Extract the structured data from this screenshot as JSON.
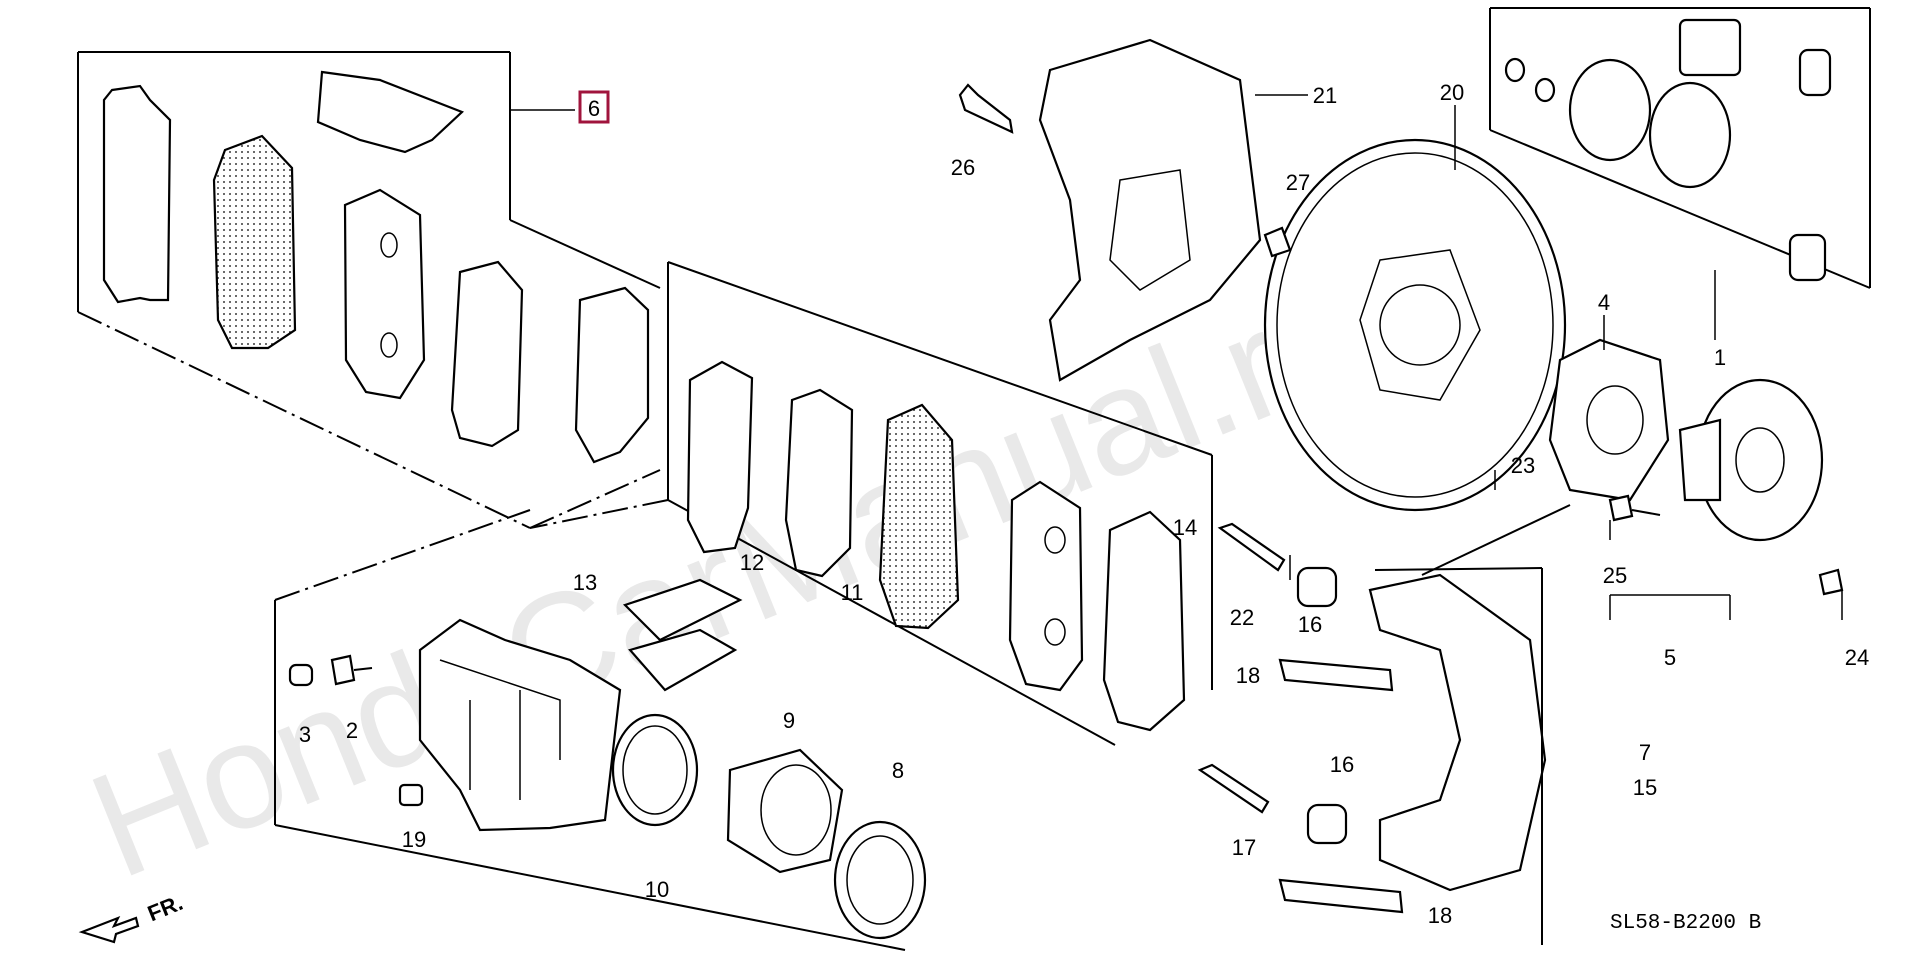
{
  "diagram": {
    "watermark": "HondaCarManual.ru",
    "drawing_code": "SL58-B2200 B",
    "direction_label": "FR.",
    "highlight_color": "#a0143c",
    "highlighted_label": "6",
    "part_labels": [
      "1",
      "2",
      "3",
      "4",
      "5",
      "6",
      "7",
      "8",
      "9",
      "10",
      "11",
      "12",
      "13",
      "14",
      "15",
      "16",
      "16",
      "17",
      "18",
      "18",
      "19",
      "20",
      "21",
      "22",
      "23",
      "24",
      "25",
      "26",
      "27"
    ]
  }
}
